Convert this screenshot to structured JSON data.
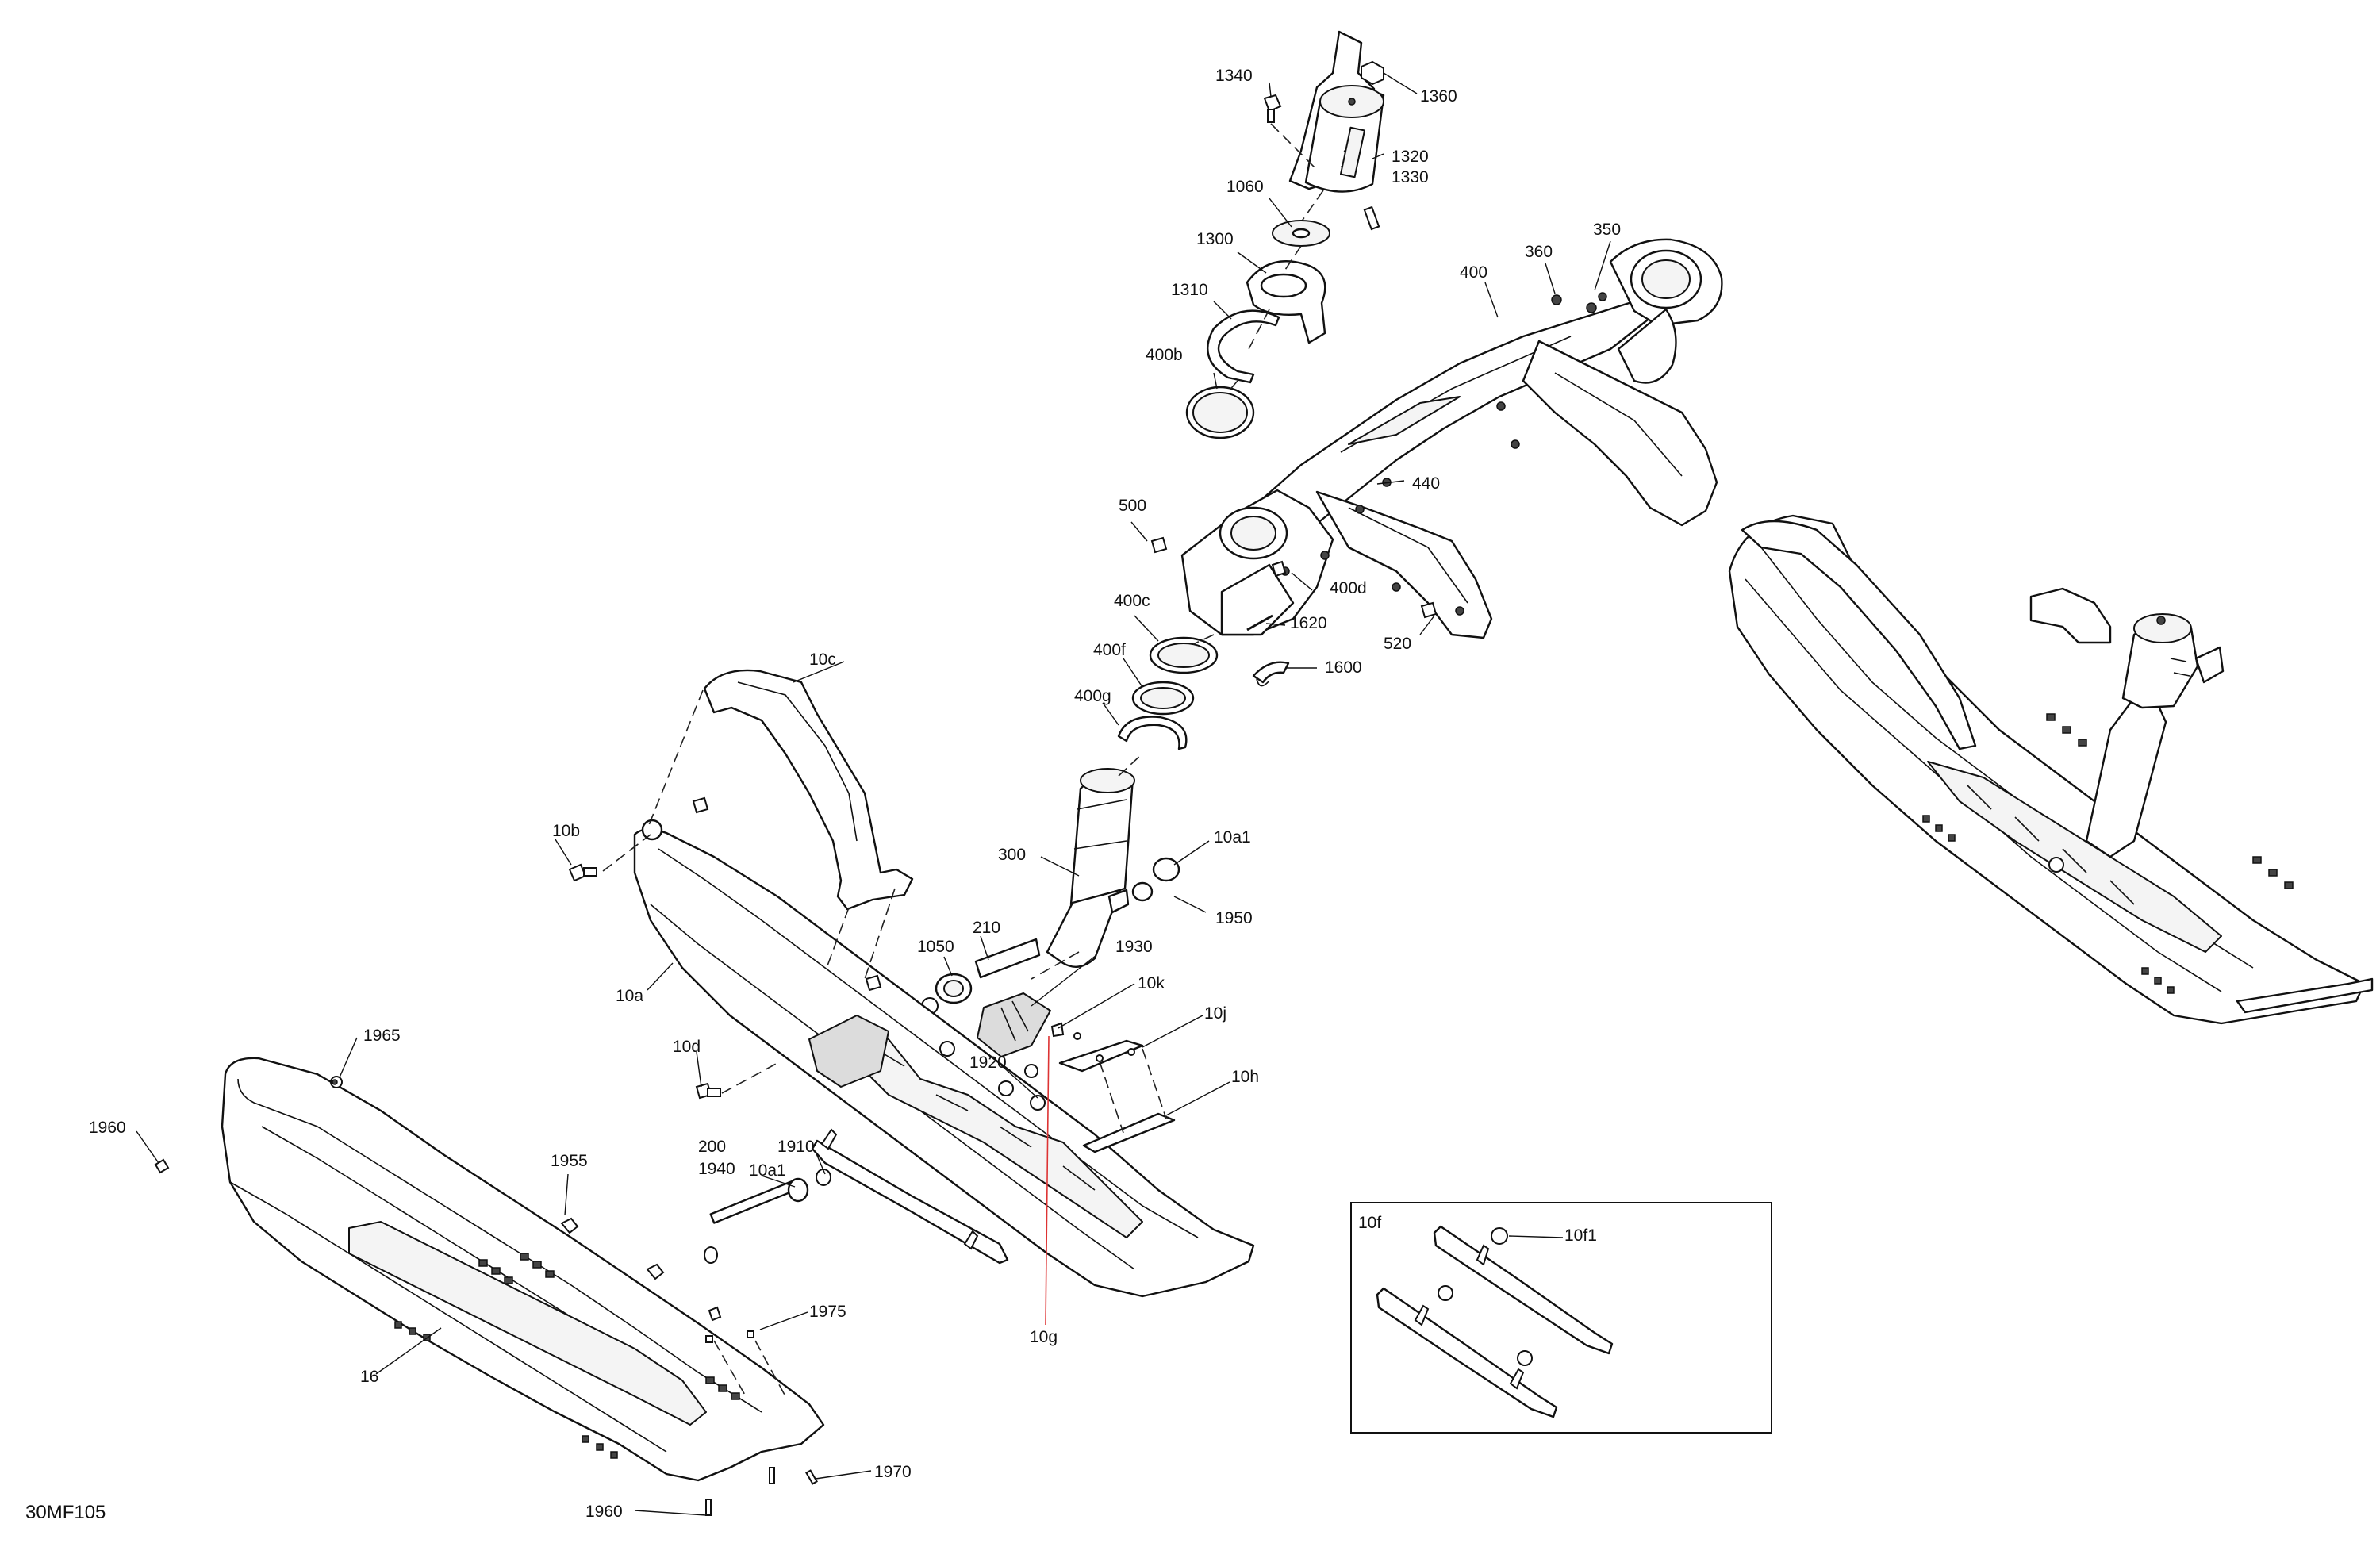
{
  "diagram_code": "30MF105",
  "callouts": [
    {
      "id": "1360",
      "text": "1360"
    },
    {
      "id": "1340",
      "text": "1340"
    },
    {
      "id": "1320",
      "text": "1320"
    },
    {
      "id": "1330",
      "text": "1330"
    },
    {
      "id": "1060",
      "text": "1060"
    },
    {
      "id": "1300",
      "text": "1300"
    },
    {
      "id": "1310",
      "text": "1310"
    },
    {
      "id": "400b",
      "text": "400b"
    },
    {
      "id": "360",
      "text": "360"
    },
    {
      "id": "350",
      "text": "350"
    },
    {
      "id": "400",
      "text": "400"
    },
    {
      "id": "440",
      "text": "440"
    },
    {
      "id": "500",
      "text": "500"
    },
    {
      "id": "400d",
      "text": "400d"
    },
    {
      "id": "400c",
      "text": "400c"
    },
    {
      "id": "1620",
      "text": "1620"
    },
    {
      "id": "520",
      "text": "520"
    },
    {
      "id": "400f",
      "text": "400f"
    },
    {
      "id": "1600",
      "text": "1600"
    },
    {
      "id": "400g",
      "text": "400g"
    },
    {
      "id": "10c",
      "text": "10c"
    },
    {
      "id": "10b",
      "text": "10b"
    },
    {
      "id": "300",
      "text": "300"
    },
    {
      "id": "10a1_top",
      "text": "10a1"
    },
    {
      "id": "1950",
      "text": "1950"
    },
    {
      "id": "210",
      "text": "210"
    },
    {
      "id": "1930",
      "text": "1930"
    },
    {
      "id": "1050",
      "text": "1050"
    },
    {
      "id": "10a",
      "text": "10a"
    },
    {
      "id": "10k",
      "text": "10k"
    },
    {
      "id": "10j",
      "text": "10j"
    },
    {
      "id": "1965",
      "text": "1965"
    },
    {
      "id": "10d",
      "text": "10d"
    },
    {
      "id": "1920",
      "text": "1920"
    },
    {
      "id": "10h",
      "text": "10h"
    },
    {
      "id": "1960_top",
      "text": "1960"
    },
    {
      "id": "1955",
      "text": "1955"
    },
    {
      "id": "1910",
      "text": "1910"
    },
    {
      "id": "200",
      "text": "200"
    },
    {
      "id": "10a1_low",
      "text": "10a1"
    },
    {
      "id": "1940",
      "text": "1940"
    },
    {
      "id": "10g",
      "text": "10g"
    },
    {
      "id": "1975",
      "text": "1975"
    },
    {
      "id": "16",
      "text": "16"
    },
    {
      "id": "1970",
      "text": "1970"
    },
    {
      "id": "1960_bottom",
      "text": "1960"
    },
    {
      "id": "10f",
      "text": "10f"
    },
    {
      "id": "10f1",
      "text": "10f1"
    }
  ]
}
